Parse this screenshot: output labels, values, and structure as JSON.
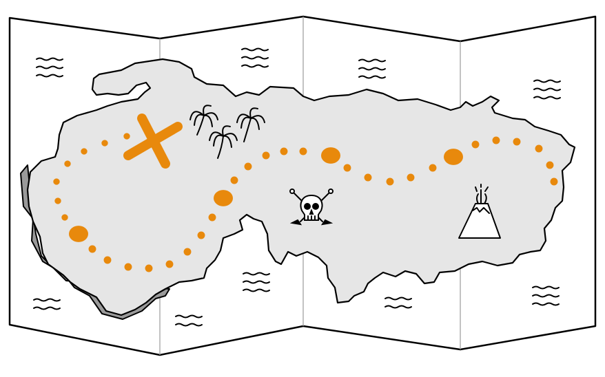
{
  "illustration": {
    "subject": "treasure-map",
    "icons": [
      "treasure-x-mark-icon",
      "palm-trees-icon",
      "skull-crossed-swords-icon",
      "volcano-icon",
      "water-waves-icon"
    ]
  },
  "colors": {
    "background": "#ffffff",
    "paper": "#ffffff",
    "outline": "#000000",
    "fold_line": "#999999",
    "island": "#e6e6e6",
    "island_shadow": "#9a9a9a",
    "path": "#e8890c"
  },
  "route": {
    "style": "dotted",
    "from": "treasure-x-mark-icon",
    "to": "east-coast"
  }
}
